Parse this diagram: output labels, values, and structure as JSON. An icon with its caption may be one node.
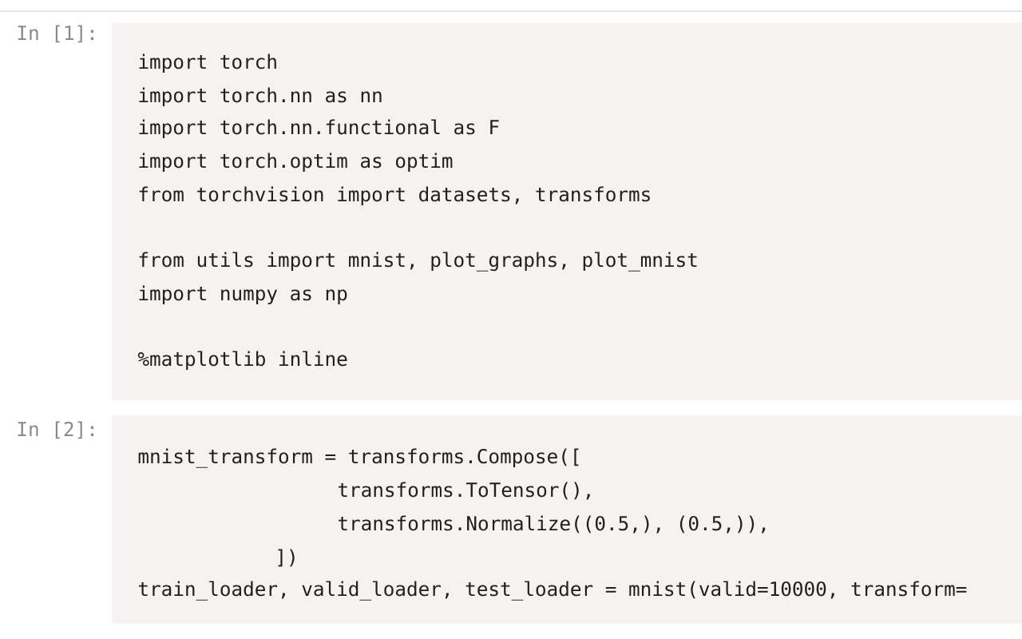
{
  "diagram": {
    "nodes": [
      {
        "text": [
          "import torch",
          "import torch.nn as nn",
          "import torch.nn.functional as F",
          "import torch.optim as optim",
          "from torchvision import datasets, transforms",
          "from utils import mnist, plot_graphs, plot_mnist",
          "import numpy as np",
          "%matplotlib inline"
        ],
        "beside": [
          "In [1]:"
        ]
      },
      {
        "text": [
          "mnist_transform = transforms.Compose([",
          "transforms.ToTensor(),",
          "transforms.Normalize((0.5,), (0.5,)),",
          "])",
          "train_loader, valid_loader, test_loader = mnist(valid=10000, transform="
        ],
        "beside": [
          "In [2]:"
        ]
      }
    ]
  }
}
